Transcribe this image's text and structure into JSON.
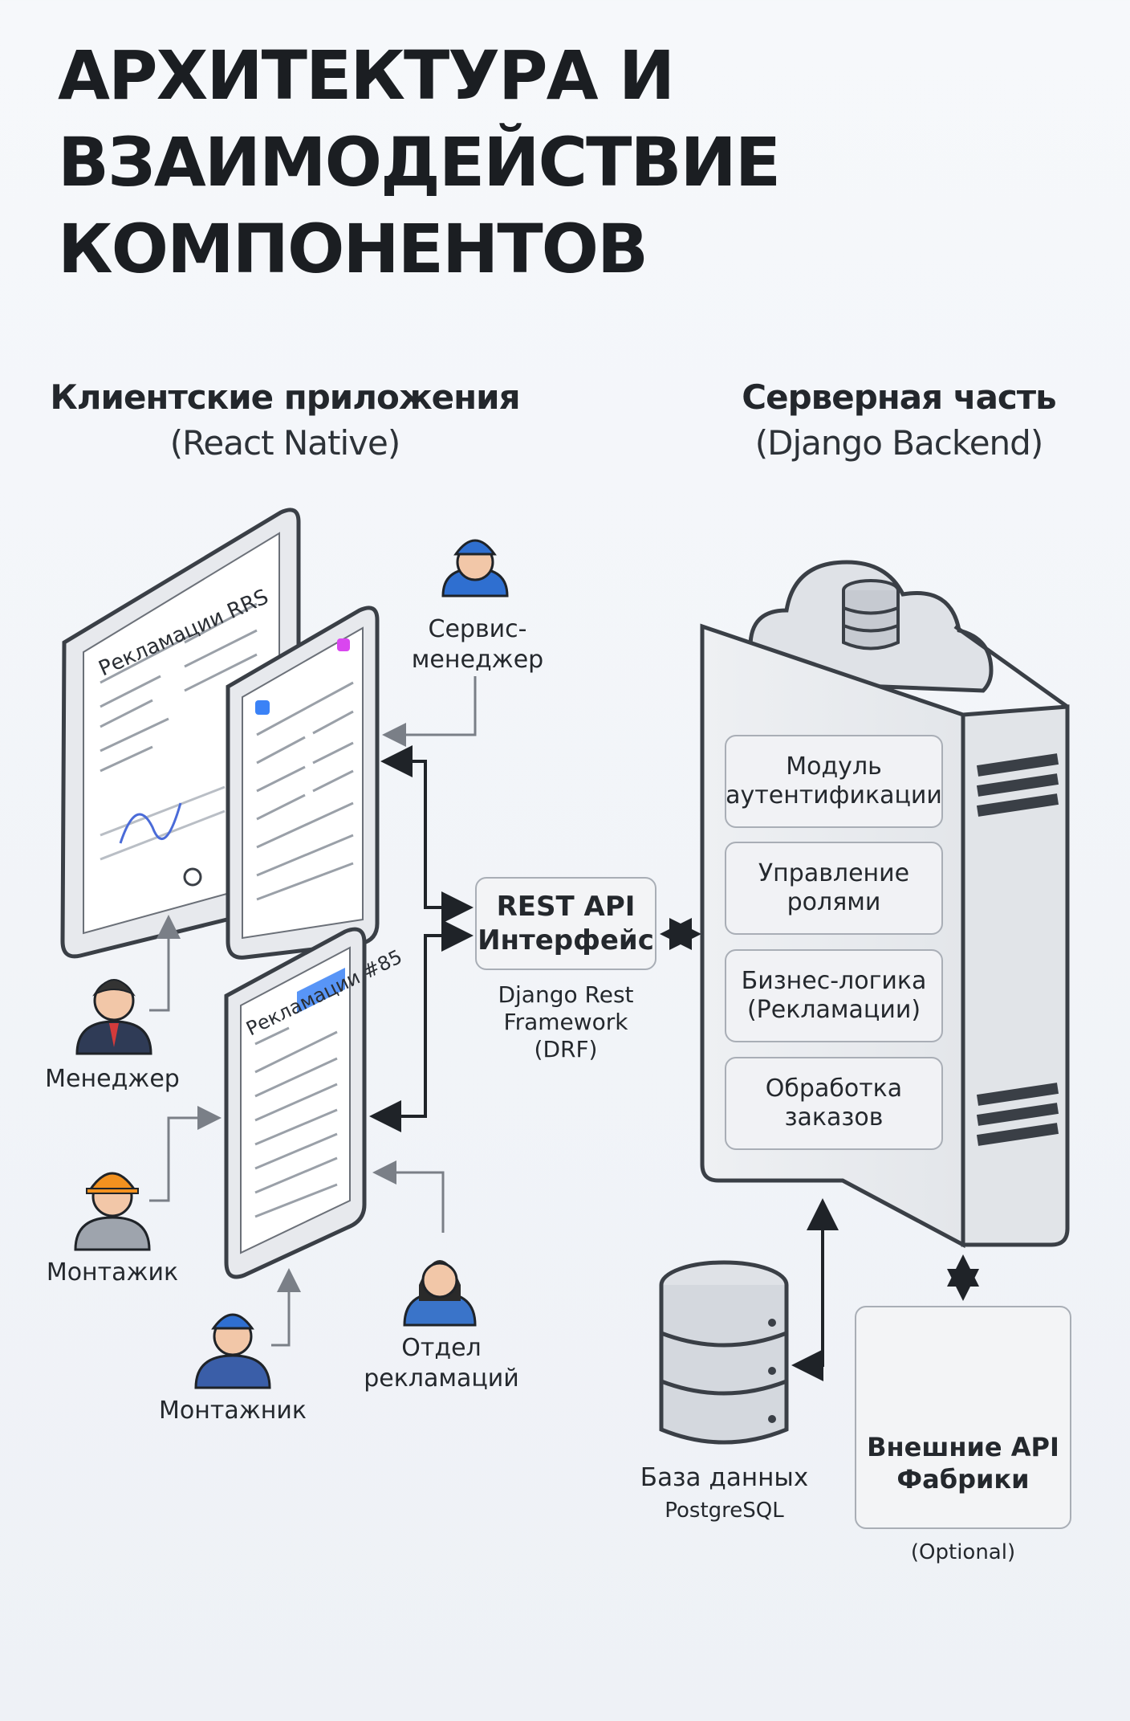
{
  "title": {
    "line1": "АРХИТЕКТУРА И",
    "line2": "ВЗАИМОДЕЙСТВИЕ",
    "line3": "КОМПОНЕНТОВ"
  },
  "client": {
    "heading": "Клиентские приложения",
    "subheading": "(React Native)",
    "tablet_screen_title": "Рекламации RRS",
    "phone_screen_title": "Рекламации #85",
    "roles": {
      "service_manager": "Сервис-\nменеджер",
      "manager": "Менеджер",
      "installer_1": "Монтажик",
      "installer_2": "Монтажник",
      "claims_dept": "Отдел\nрекламаций"
    }
  },
  "api": {
    "title_line1": "REST API",
    "title_line2": "Интерфейс",
    "caption_line1": "Django Rest",
    "caption_line2": "Framework",
    "caption_line3": "(DRF)"
  },
  "server": {
    "heading": "Серверная часть",
    "subheading": "(Django Backend)",
    "modules": [
      {
        "line1": "Модуль",
        "line2": "аутентификации"
      },
      {
        "line1": "Управление",
        "line2": "ролями"
      },
      {
        "line1": "Бизнес-логика",
        "line2": "(Рекламации)"
      },
      {
        "line1": "Обработка",
        "line2": "заказов"
      }
    ]
  },
  "database": {
    "label": "База данных",
    "caption": "PostgreSQL"
  },
  "external": {
    "title_line1": "Внешние API",
    "title_line2": "Фабрики",
    "caption": "(Optional)"
  },
  "icons": [
    "person-icon",
    "database-icon",
    "cloud-icon",
    "gear-icon",
    "tablet-icon",
    "phone-icon"
  ]
}
